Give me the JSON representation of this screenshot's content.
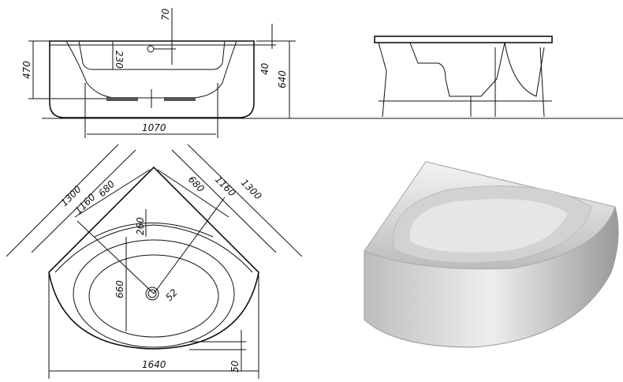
{
  "side_view": {
    "d_70": "70",
    "d_230": "230",
    "d_470": "470",
    "d_40": "40",
    "d_640": "640",
    "d_1070": "1070"
  },
  "top_view": {
    "d_1300_left": "1300",
    "d_1160_left": "1160",
    "d_680_left": "680",
    "d_680_right": "680",
    "d_1160_right": "1160",
    "d_1300_right": "1300",
    "d_260": "260",
    "d_660": "660",
    "d_52": "52",
    "d_1640": "1640",
    "d_50": "50"
  },
  "colors": {
    "line": "#111111",
    "render_light": "#e8e8e8",
    "render_shade": "#a9a9a9"
  }
}
